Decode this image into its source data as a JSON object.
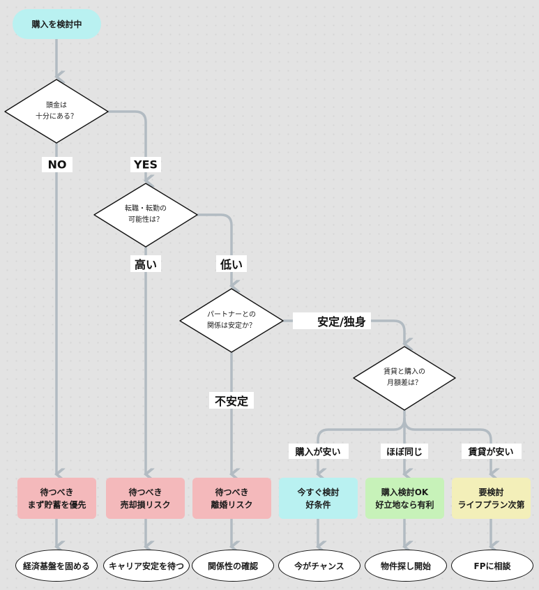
{
  "start": {
    "label": "購入を検討中"
  },
  "decisions": [
    {
      "id": "q1",
      "label_line1": "頭金は",
      "label_line2": "十分にある？"
    },
    {
      "id": "q2",
      "label_line1": "転職・転勤の",
      "label_line2": "可能性は？"
    },
    {
      "id": "q3",
      "label_line1": "パートナーとの",
      "label_line2": "関係は安定か？"
    },
    {
      "id": "q4",
      "label_line1": "賃貸と購入の",
      "label_line2": "月額差は？"
    }
  ],
  "edge_labels": {
    "q1_no": "NO",
    "q1_yes": "YES",
    "q2_high": "高い",
    "q2_low": "低い",
    "q3_unstable": "不安定",
    "q3_stable": "安定/独身",
    "q4_buy_cheaper": "購入が安い",
    "q4_same": "ほぼ同じ",
    "q4_rent_cheaper": "賃貸が安い"
  },
  "outcomes": [
    {
      "line1": "待つべき",
      "line2": "まず貯蓄を優先",
      "color": "#f4b9bb",
      "action": "経済基盤を固める"
    },
    {
      "line1": "待つべき",
      "line2": "売却損リスク",
      "color": "#f4b9bb",
      "action": "キャリア安定を待つ"
    },
    {
      "line1": "待つべき",
      "line2": "離婚リスク",
      "color": "#f4b9bb",
      "action": "関係性の確認"
    },
    {
      "line1": "今すぐ検討",
      "line2": "好条件",
      "color": "#b9f1f1",
      "action": "今がチャンス"
    },
    {
      "line1": "購入検討OK",
      "line2": "好立地なら有利",
      "color": "#c7f2b9",
      "action": "物件探し開始"
    },
    {
      "line1": "要検討",
      "line2": "ライフプラン次第",
      "color": "#f3efb9",
      "action": "FPに相談"
    }
  ],
  "colors": {
    "connector": "#b2bbc2",
    "outline": "#111111"
  }
}
